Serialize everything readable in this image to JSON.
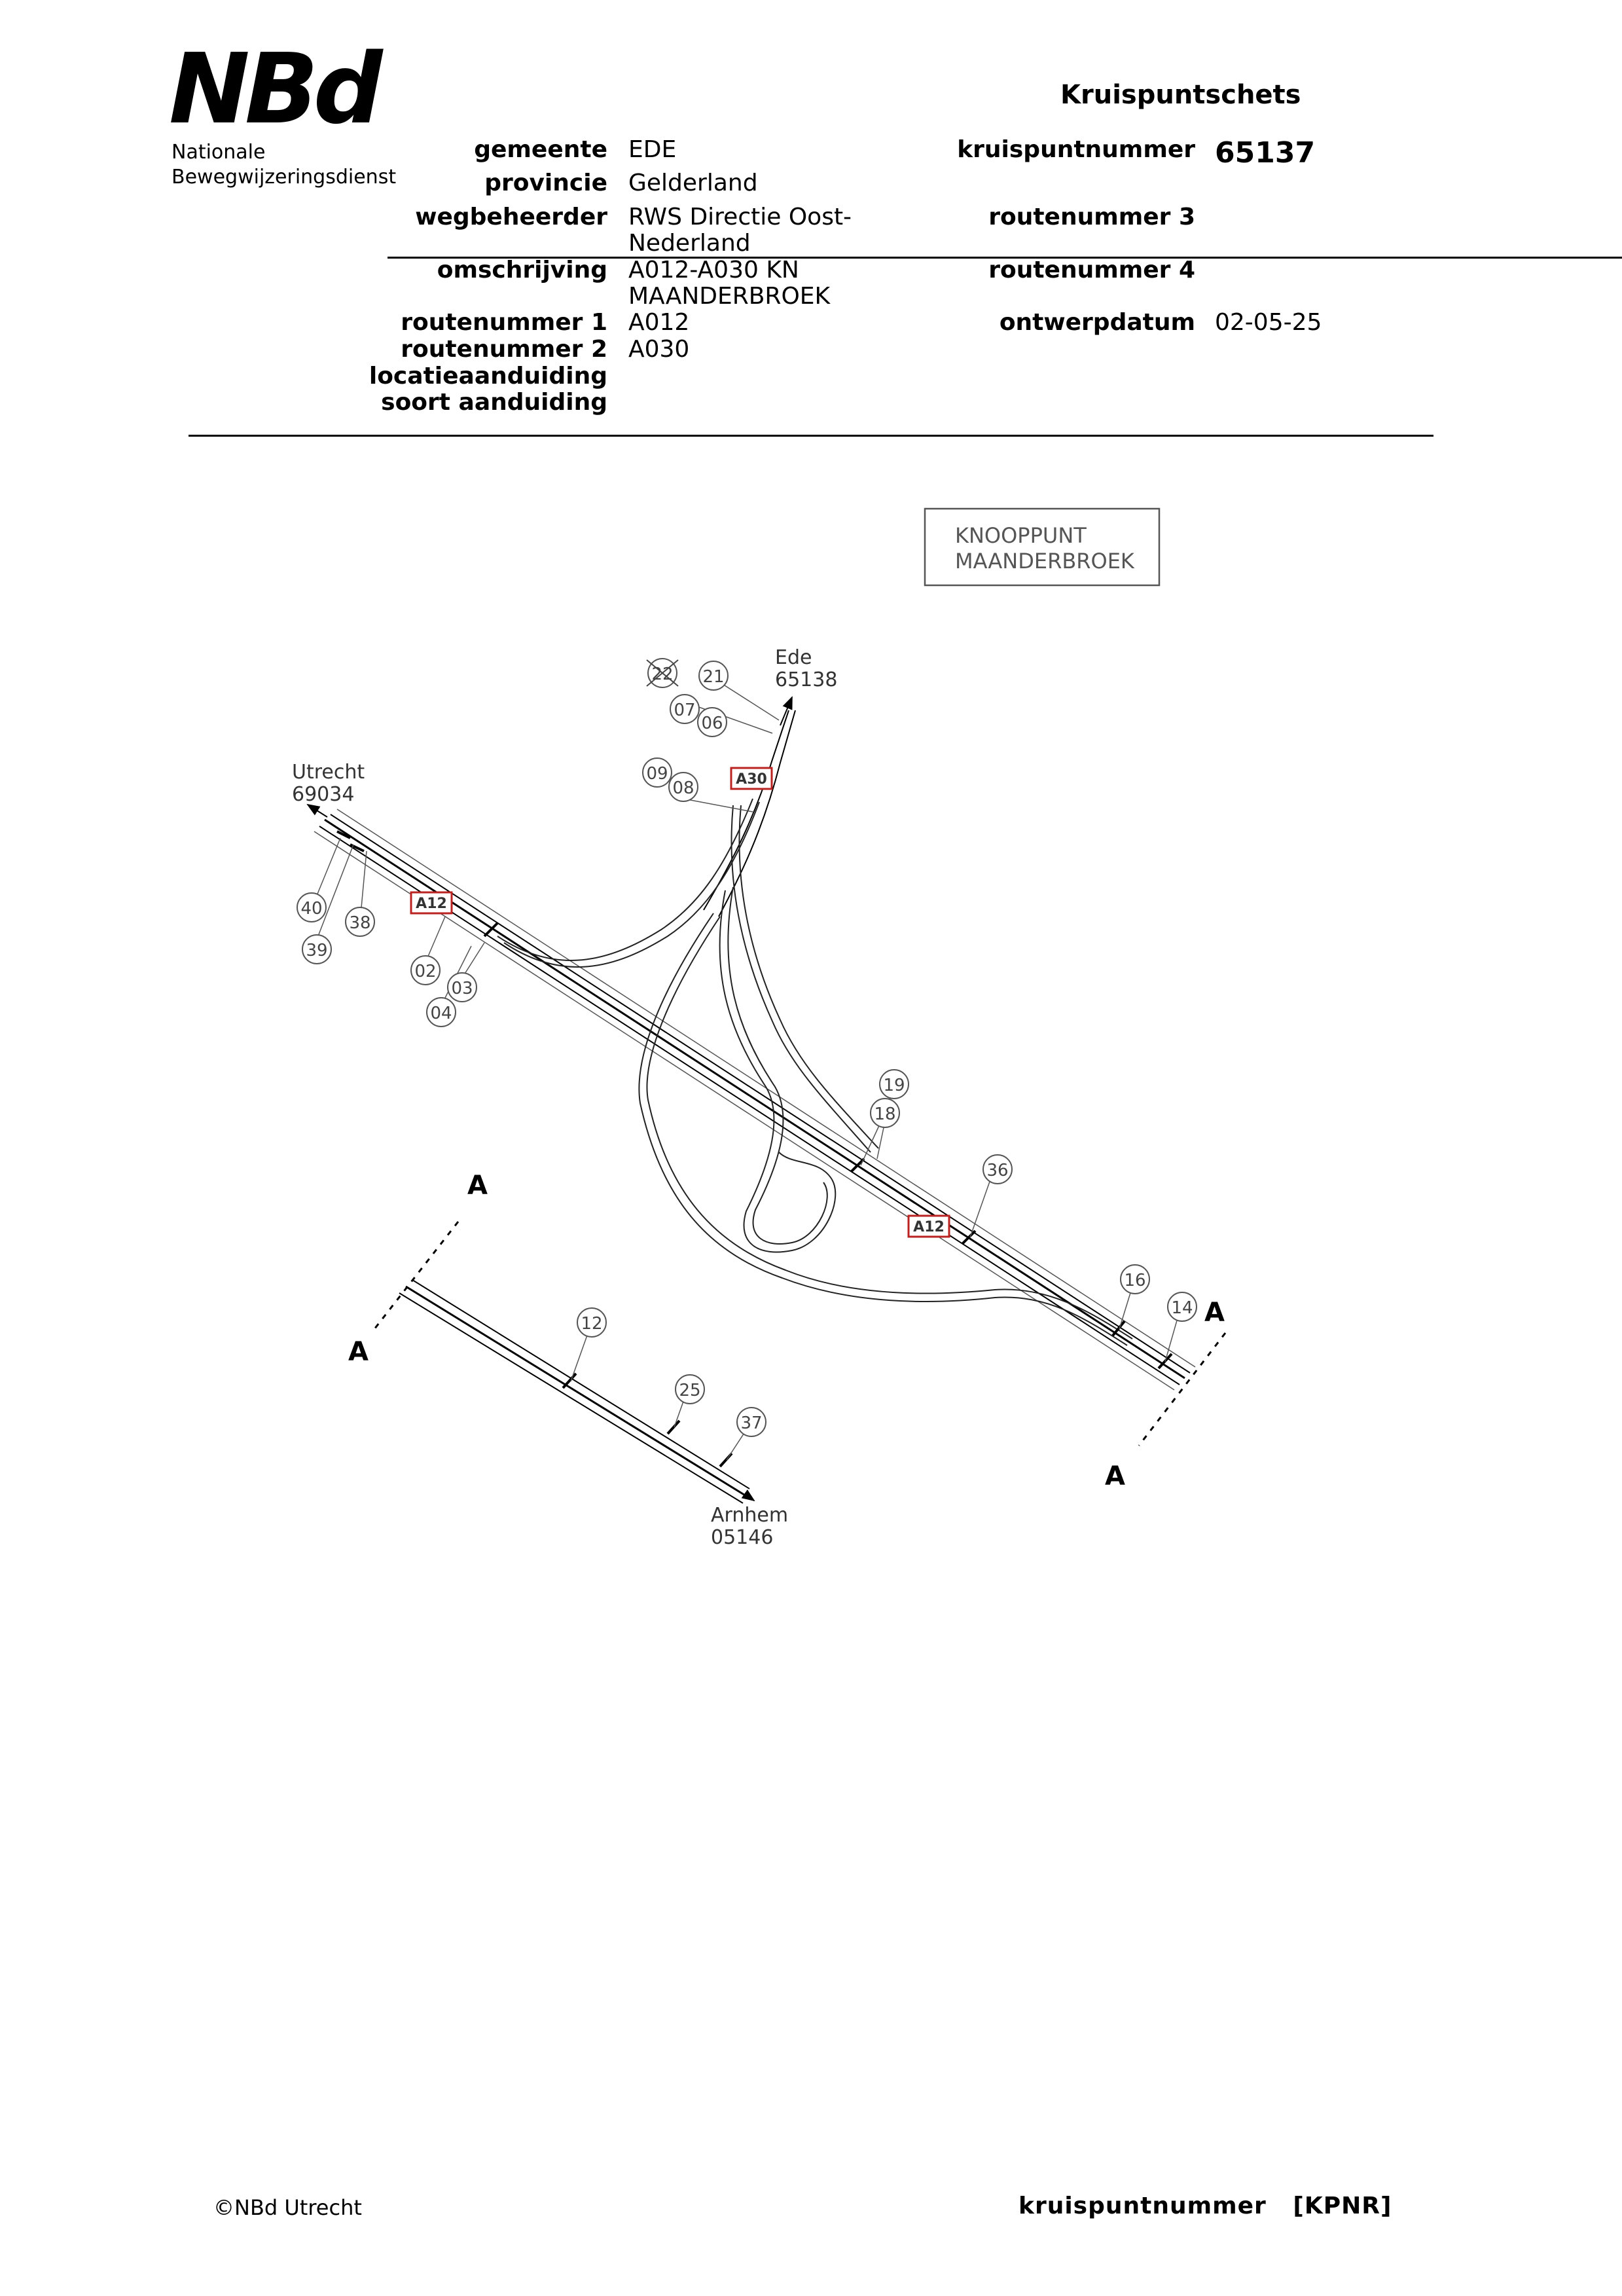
{
  "header": {
    "logo_mark": "NBd",
    "logo_line1": "Nationale",
    "logo_line2": "Bewegwijzeringsdienst",
    "doc_title": "Kruispuntschets"
  },
  "fields": {
    "gemeente_label": "gemeente",
    "gemeente_value": "EDE",
    "provincie_label": "provincie",
    "provincie_value": "Gelderland",
    "wegbeheerder_label": "wegbeheerder",
    "wegbeheerder_value_1": "RWS Directie Oost-",
    "wegbeheerder_value_2": "Nederland",
    "omschrijving_label": "omschrijving",
    "omschrijving_value_1": "A012-A030 KN",
    "omschrijving_value_2": "MAANDERBROEK",
    "routenummer1_label": "routenummer 1",
    "routenummer1_value": "A012",
    "routenummer2_label": "routenummer 2",
    "routenummer2_value": "A030",
    "locatie_label": "locatieaanduiding",
    "soort_label": "soort aanduiding",
    "kruispuntnummer_label": "kruispuntnummer",
    "kruispuntnummer_value": "65137",
    "routenummer3_label": "routenummer 3",
    "routenummer4_label": "routenummer 4",
    "ontwerpdatum_label": "ontwerpdatum",
    "ontwerpdatum_value": "02-05-25"
  },
  "diagram": {
    "title_line1": "KNOOPPUNT",
    "title_line2": "MAANDERBROEK",
    "destinations": {
      "ede_name": "Ede",
      "ede_code": "65138",
      "utrecht_name": "Utrecht",
      "utrecht_code": "69034",
      "arnhem_name": "Arnhem",
      "arnhem_code": "05146"
    },
    "road_shields": {
      "a30": "A30",
      "a12_west": "A12",
      "a12_east": "A12"
    },
    "section_marks": {
      "a": "A"
    },
    "markers": {
      "m22": "22",
      "m21": "21",
      "m07": "07",
      "m06": "06",
      "m09": "09",
      "m08": "08",
      "m40": "40",
      "m38": "38",
      "m39": "39",
      "m02": "02",
      "m03": "03",
      "m04": "04",
      "m19": "19",
      "m18": "18",
      "m36": "36",
      "m16": "16",
      "m14": "14",
      "m12": "12",
      "m25": "25",
      "m37": "37"
    }
  },
  "footer": {
    "copyright": "©NBd Utrecht",
    "kpnr_label": "kruispuntnummer",
    "kpnr_value": "[KPNR]"
  }
}
